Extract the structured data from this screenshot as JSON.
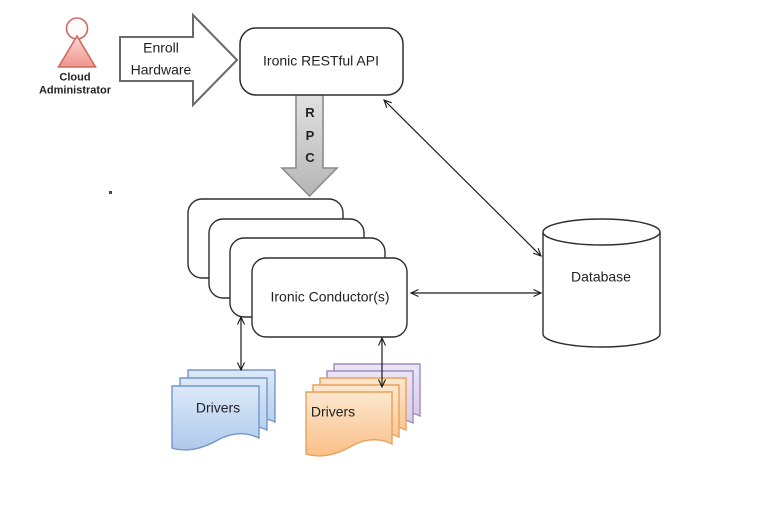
{
  "diagram": {
    "actor": {
      "lines": [
        "Cloud",
        "Administrator"
      ]
    },
    "enroll": {
      "lines": [
        "Enroll",
        "Hardware"
      ]
    },
    "api": {
      "label": "Ironic RESTful API"
    },
    "rpc": {
      "letters": [
        "R",
        "P",
        "C"
      ]
    },
    "conductors": {
      "label": "Ironic Conductor(s)"
    },
    "database": {
      "label": "Database"
    },
    "drivers_left": {
      "label": "Drivers"
    },
    "drivers_right": {
      "label": "Drivers"
    },
    "colors": {
      "actor_stroke": "#CE6A60",
      "shape_stroke": "#2E2E2E",
      "block_arrow_stroke": "#6A6A6A",
      "rpc_stroke": "#8C8C8C",
      "connector": "#1A1A1A",
      "doc_blue_stroke": "#7396C8",
      "doc_orange_stroke": "#E9A159",
      "doc_purple_stroke": "#9D8CC2"
    }
  }
}
